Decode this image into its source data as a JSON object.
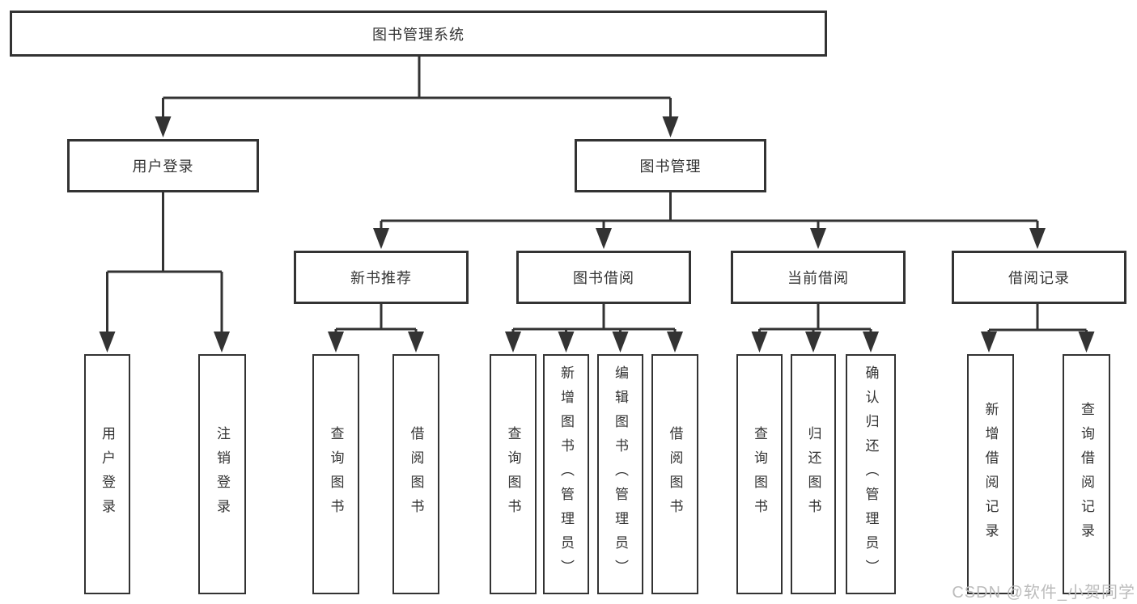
{
  "diagram_title": "图书管理系统",
  "nodes": {
    "root": {
      "label": "图书管理系统"
    },
    "user_login": {
      "label": "用户登录"
    },
    "book_mgmt": {
      "label": "图书管理"
    },
    "new_book_rec": {
      "label": "新书推荐"
    },
    "book_borrow": {
      "label": "图书借阅"
    },
    "current_borrow": {
      "label": "当前借阅"
    },
    "borrow_record": {
      "label": "借阅记录"
    },
    "leaf_user_login": {
      "label": "用户登录"
    },
    "leaf_logout": {
      "label": "注销登录"
    },
    "leaf_nbr_query": {
      "label": "查询图书"
    },
    "leaf_nbr_borrow": {
      "label": "借阅图书"
    },
    "leaf_bb_query": {
      "label": "查询图书"
    },
    "leaf_bb_add": {
      "label": "新增图书（管理员）"
    },
    "leaf_bb_edit": {
      "label": "编辑图书（管理员）"
    },
    "leaf_bb_borrow": {
      "label": "借阅图书"
    },
    "leaf_cb_query": {
      "label": "查询图书"
    },
    "leaf_cb_return": {
      "label": "归还图书"
    },
    "leaf_cb_confirm": {
      "label": "确认归还（管理员）"
    },
    "leaf_br_add": {
      "label": "新增借阅记录"
    },
    "leaf_br_query": {
      "label": "查询借阅记录"
    }
  },
  "hierarchy": {
    "图书管理系统": {
      "用户登录": [
        "用户登录",
        "注销登录"
      ],
      "图书管理": {
        "新书推荐": [
          "查询图书",
          "借阅图书"
        ],
        "图书借阅": [
          "查询图书",
          "新增图书（管理员）",
          "编辑图书（管理员）",
          "借阅图书"
        ],
        "当前借阅": [
          "查询图书",
          "归还图书",
          "确认归还（管理员）"
        ],
        "借阅记录": [
          "新增借阅记录",
          "查询借阅记录"
        ]
      }
    }
  },
  "watermark": {
    "text": "CSDN @软件_小贺同学"
  },
  "colors": {
    "line": "#333333",
    "box_background": "#ffffff",
    "text": "#333333",
    "watermark": "#bcbcbc",
    "page_background": "#ffffff"
  }
}
